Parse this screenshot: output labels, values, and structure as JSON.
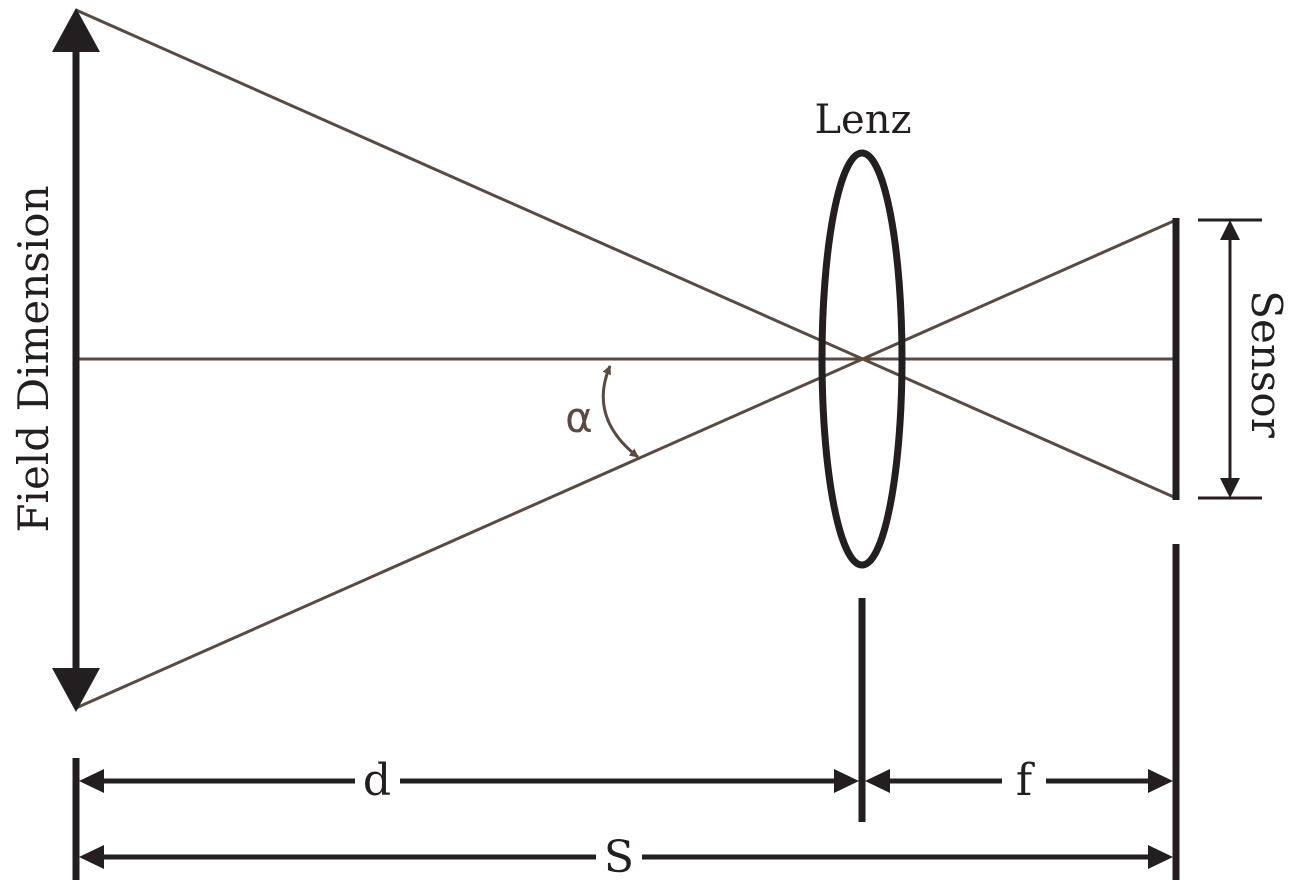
{
  "labels": {
    "field_dimension": "Field Dimension",
    "lens": "Lenz",
    "sensor": "Sensor",
    "angle": "α",
    "object_distance": "d",
    "focal_length": "f",
    "total_distance": "S"
  },
  "colors": {
    "ray": "#5a4a42",
    "structure": "#231f20",
    "background": "#ffffff"
  }
}
